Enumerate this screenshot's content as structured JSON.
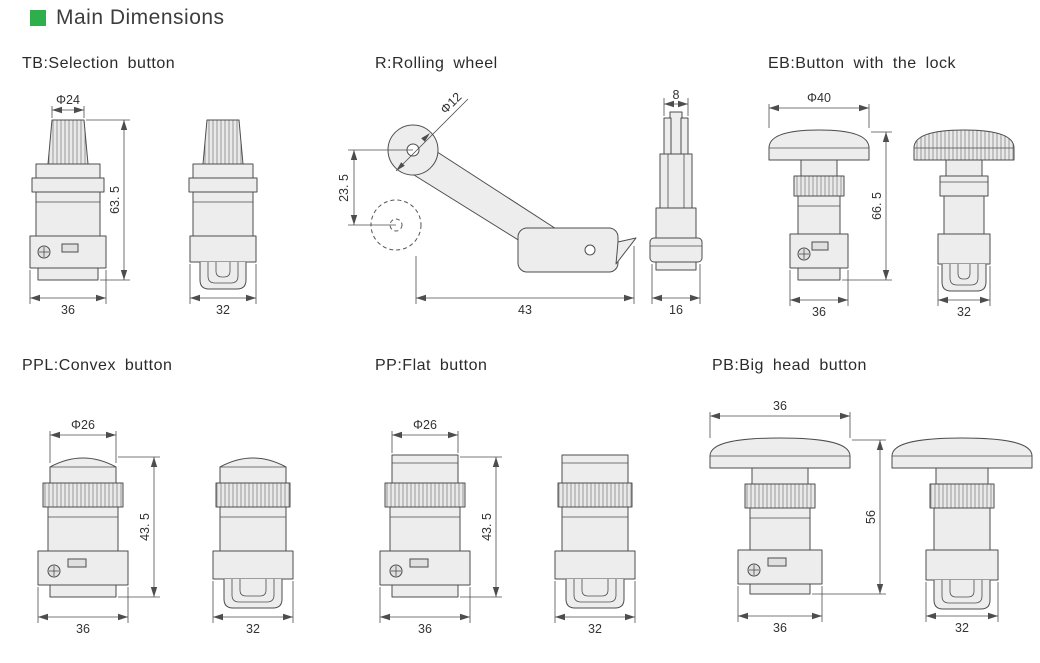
{
  "header": {
    "title": "Main Dimensions"
  },
  "colors": {
    "accent_green": "#2fae4c",
    "line": "#4d4d4d",
    "part_fill": "#ededed"
  },
  "sections": {
    "tb": {
      "title": "TB:Selection button",
      "dims": {
        "dia": "Φ24",
        "height": "63. 5",
        "front_width": "36",
        "side_width": "32"
      }
    },
    "r": {
      "title": "R:Rolling wheel",
      "dims": {
        "wheel_dia": "Φ12",
        "travel": "23. 5",
        "lever_length": "43",
        "top_width": "8",
        "base_width": "16"
      }
    },
    "eb": {
      "title": "EB:Button with the lock",
      "dims": {
        "dia": "Φ40",
        "height": "66. 5",
        "front_width": "36",
        "side_width": "32"
      }
    },
    "ppl": {
      "title": "PPL:Convex button",
      "dims": {
        "dia": "Φ26",
        "height": "43. 5",
        "front_width": "36",
        "side_width": "32"
      }
    },
    "pp": {
      "title": "PP:Flat button",
      "dims": {
        "dia": "Φ26",
        "height": "43. 5",
        "front_width": "36",
        "side_width": "32"
      }
    },
    "pb": {
      "title": "PB:Big head button",
      "dims": {
        "head_width": "36",
        "height": "56",
        "front_width": "36",
        "side_width": "32"
      }
    }
  }
}
